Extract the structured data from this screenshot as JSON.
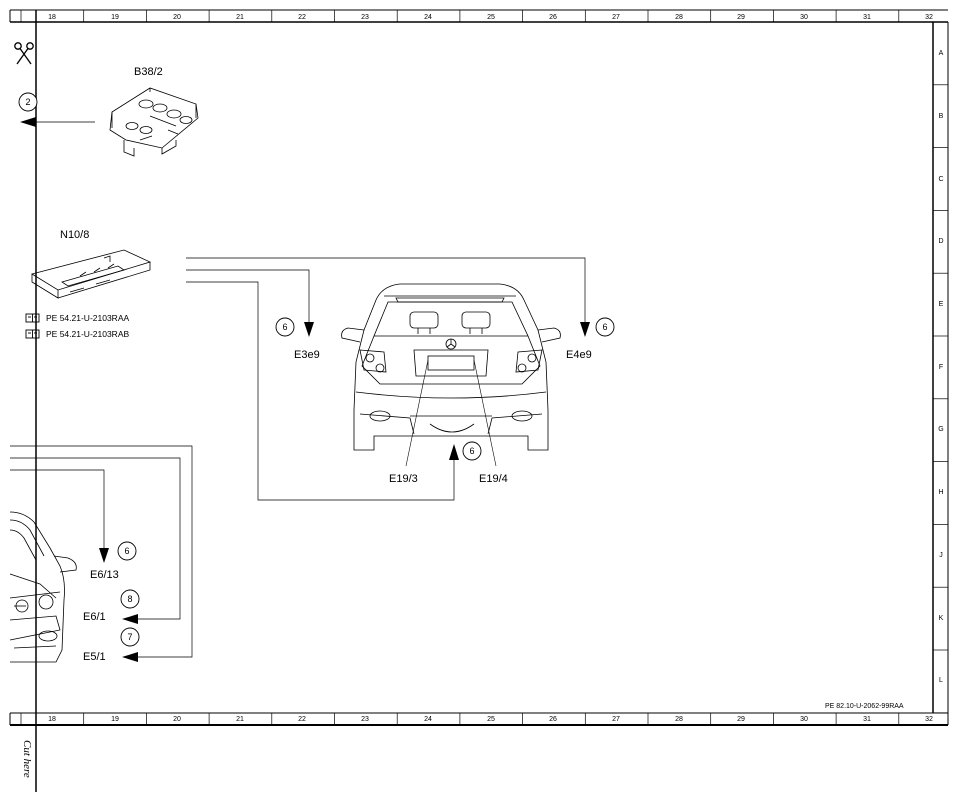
{
  "ruler": {
    "columns": [
      "18",
      "19",
      "20",
      "21",
      "22",
      "23",
      "24",
      "25",
      "26",
      "27",
      "28",
      "29",
      "30",
      "31",
      "32"
    ],
    "rows": [
      "A",
      "B",
      "C",
      "D",
      "E",
      "F",
      "G",
      "H",
      "J",
      "K",
      "L"
    ]
  },
  "components": {
    "b38_2": "B38/2",
    "n10_8": "N10/8",
    "e3e9": "E3e9",
    "e4e9": "E4e9",
    "e19_3": "E19/3",
    "e19_4": "E19/4",
    "e6_13": "E6/13",
    "e6_1": "E6/1",
    "e5_1": "E5/1"
  },
  "references": {
    "ref_1": "PE 54.21-U-2103RAA",
    "ref_2": "PE 54.21-U-2103RAB"
  },
  "callouts": {
    "b38_2": "2",
    "e3e9": "6",
    "e4e9": "6",
    "e19": "6",
    "e6_13": "6",
    "e6_1": "8",
    "e5_1": "7"
  },
  "footer_ref": "PE 82.10-U-2062-99RAA",
  "cut_here": "Cut here",
  "icons": {
    "scissors": "scissors-icon",
    "book": "book-icon"
  }
}
